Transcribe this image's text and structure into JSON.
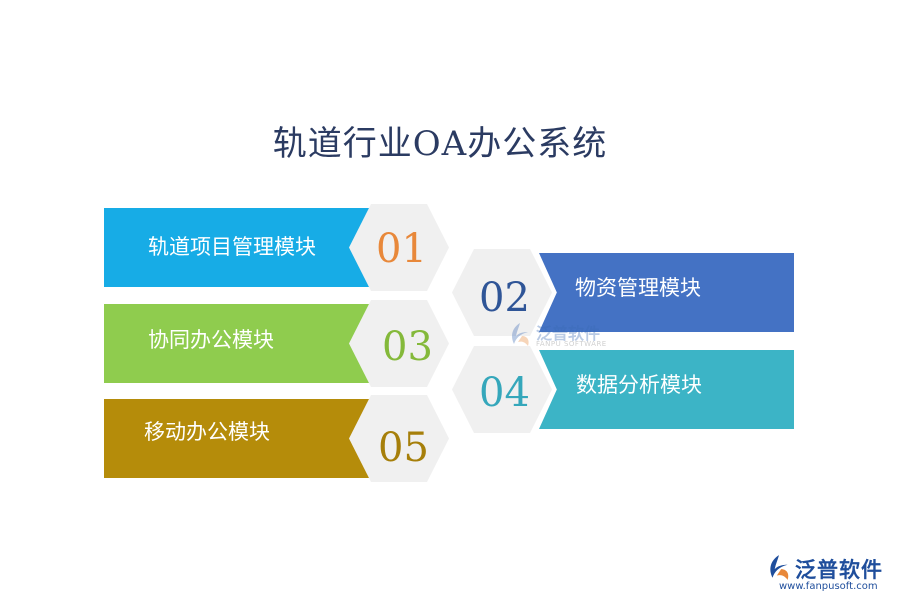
{
  "title": "轨道行业OA办公系统",
  "modules": [
    {
      "num": "01",
      "label": "轨道项目管理模块",
      "color": "#17ace6",
      "num_color": "#e8883a"
    },
    {
      "num": "02",
      "label": "物资管理模块",
      "color": "#4472c4",
      "num_color": "#2f5597"
    },
    {
      "num": "03",
      "label": "协同办公模块",
      "color": "#8fcc4e",
      "num_color": "#84b93a"
    },
    {
      "num": "04",
      "label": "数据分析模块",
      "color": "#3cb4c6",
      "num_color": "#35a7bb"
    },
    {
      "num": "05",
      "label": "移动办公模块",
      "color": "#b58c0a",
      "num_color": "#a67f0a"
    }
  ],
  "watermark": {
    "name": "泛普软件",
    "sub": "FANPU SOFTWARE"
  },
  "logo": {
    "name": "泛普软件",
    "url": "www.fanpusoft.com"
  }
}
